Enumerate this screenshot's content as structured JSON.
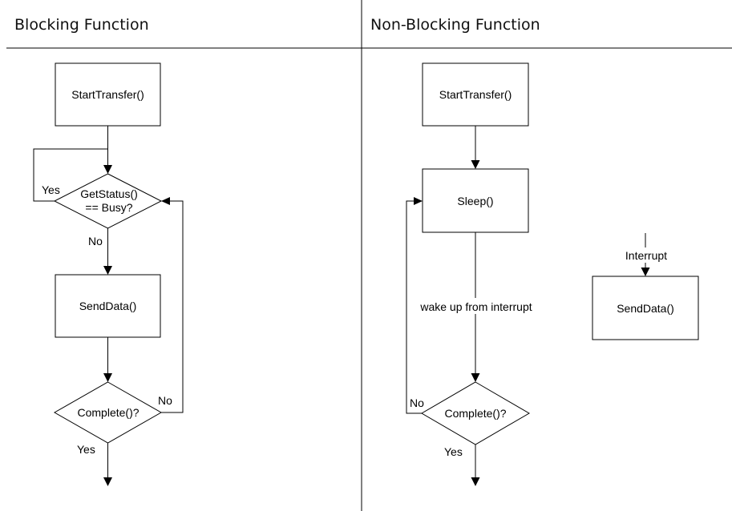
{
  "blocking": {
    "heading": "Blocking Function",
    "start_transfer": "StartTransfer()",
    "get_status_line1": "GetStatus()",
    "get_status_line2": "== Busy?",
    "yes_label": "Yes",
    "no_label": "No",
    "send_data": "SendData()",
    "complete": "Complete()?",
    "complete_no_label": "No",
    "complete_yes_label": "Yes"
  },
  "non_blocking": {
    "heading": "Non-Blocking Function",
    "start_transfer": "StartTransfer()",
    "sleep": "Sleep()",
    "wake_label": "wake up from interrupt",
    "complete": "Complete()?",
    "no_label": "No",
    "yes_label": "Yes",
    "interrupt_label": "Interrupt",
    "send_data": "SendData()"
  }
}
